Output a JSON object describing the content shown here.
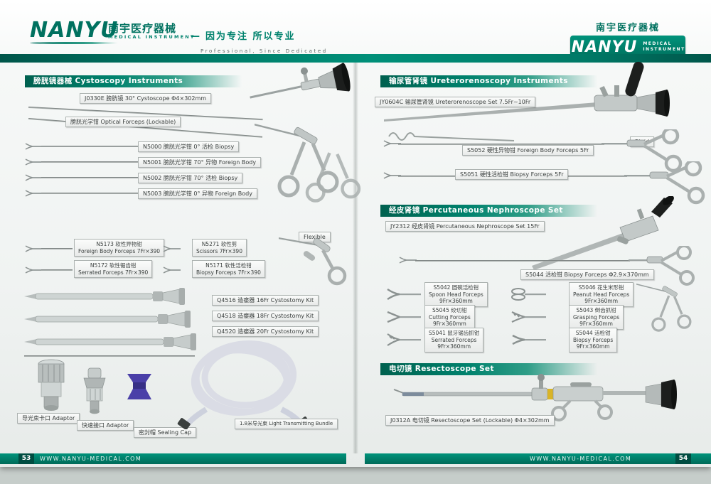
{
  "colors": {
    "accent": "#00826d",
    "accent_dark": "#00564a",
    "label_border": "#adb3b1"
  },
  "header": {
    "brand": "NANYU",
    "brand_cn": "南宇医疗器械",
    "brand_sub": "MEDICAL  INSTRUMENT",
    "tagline_dash": "—",
    "tagline_cn": "因为专注  所以专业",
    "tagline_en": "Professional, Since Dedicated",
    "right_cn": "南宇医疗器械",
    "right_brand": "NANYU",
    "right_sub": "MEDICAL INSTRUMENT"
  },
  "cystoscopy": {
    "title": "膀胱镜器械  Cystoscopy Instruments",
    "scope_label": "J0330E 膀胱镜 30°  Cystoscope  Φ4×302mm",
    "optical_label": "膀胱光学钳 Optical Forceps (Lockable)",
    "optical_items": [
      "N5000 膀胱光学钳  0°  活检 Biopsy",
      "N5001 膀胱光学钳 70°  异物 Foreign Body",
      "N5002 膀胱光学钳 70°  活检 Biopsy",
      "N5003 膀胱光学钳  0°  异物 Foreign Body"
    ],
    "flexible_tag": "Flexible",
    "flexible_items": [
      {
        "line1": "N5173 软性异物钳",
        "line2": "Foreign Body Forceps 7Fr×390"
      },
      {
        "line1": "N5271 软性剪",
        "line2": "Scissors 7Fr×390"
      },
      {
        "line1": "N5172 软性锯齿钳",
        "line2": "Serrated Forceps 7Fr×390"
      },
      {
        "line1": "N5171 软性活检钳",
        "line2": "Biopsy Forceps 7Fr×390"
      }
    ],
    "cystostomy_items": [
      "Q4516 造瘘器 16Fr Cystostomy Kit",
      "Q4518 造瘘器 18Fr Cystostomy Kit",
      "Q4520 造瘘器 20Fr Cystostomy Kit"
    ],
    "adaptor1": "导光束卡口 Adaptor",
    "adaptor2": "快速接口 Adaptor",
    "sealing_cap": "密封帽 Sealing Cap",
    "light_bundle": "1.8米导光束  Light Transmitting Bundle"
  },
  "uretero": {
    "title": "输尿管肾镜 Ureterorenoscopy Instruments",
    "scope_label": "JY0604C 输尿管肾镜 Ureterorenoscope Set 7.5Fr~10Fr",
    "rigid_tag": "Rigid",
    "items": [
      "S5052 硬性异物钳 Foreign Body Forceps 5Fr",
      "S5051 硬性活检钳 Biopsy Forceps 5Fr"
    ]
  },
  "nephro": {
    "title": "经皮肾镜 Percutaneous Nephroscope Set",
    "scope_label": "JY2312 经皮肾镜 Percutaneous Nephroscope Set 15Fr",
    "biopsy_label": "S5044 活检钳 Biopsy Forceps Φ2.9×370mm",
    "forceps": [
      {
        "line1": "S5042 圆碗活检钳",
        "line2": "Spoon Head Forceps",
        "line3": "9Fr×360mm"
      },
      {
        "line1": "S5046 花生米形钳",
        "line2": "Peanut Head Forceps",
        "line3": "9Fr×360mm"
      },
      {
        "line1": "S5045 绞切钳",
        "line2": "Cutting Forceps",
        "line3": "9Fr×360mm"
      },
      {
        "line1": "S5043 倒齿抓钳",
        "line2": "Grasping Forceps",
        "line3": "9Fr×360mm"
      },
      {
        "line1": "S5041 鼠牙锯齿抓钳",
        "line2": "Serrated Forceps",
        "line3": "9Fr×360mm"
      },
      {
        "line1": "S5044 活检钳",
        "line2": "Biopsy Forceps",
        "line3": "9Fr×360mm"
      }
    ]
  },
  "resecto": {
    "title": "电切镜  Resectoscope Set",
    "label": "J0312A 电切镜 Resectoscope Set (Lockable)  Φ4×302mm"
  },
  "footer": {
    "left_no": "53",
    "left_site": "WWW.NANYU-MEDICAL.COM",
    "right_site": "WWW.NANYU-MEDICAL.COM",
    "right_no": "54"
  }
}
